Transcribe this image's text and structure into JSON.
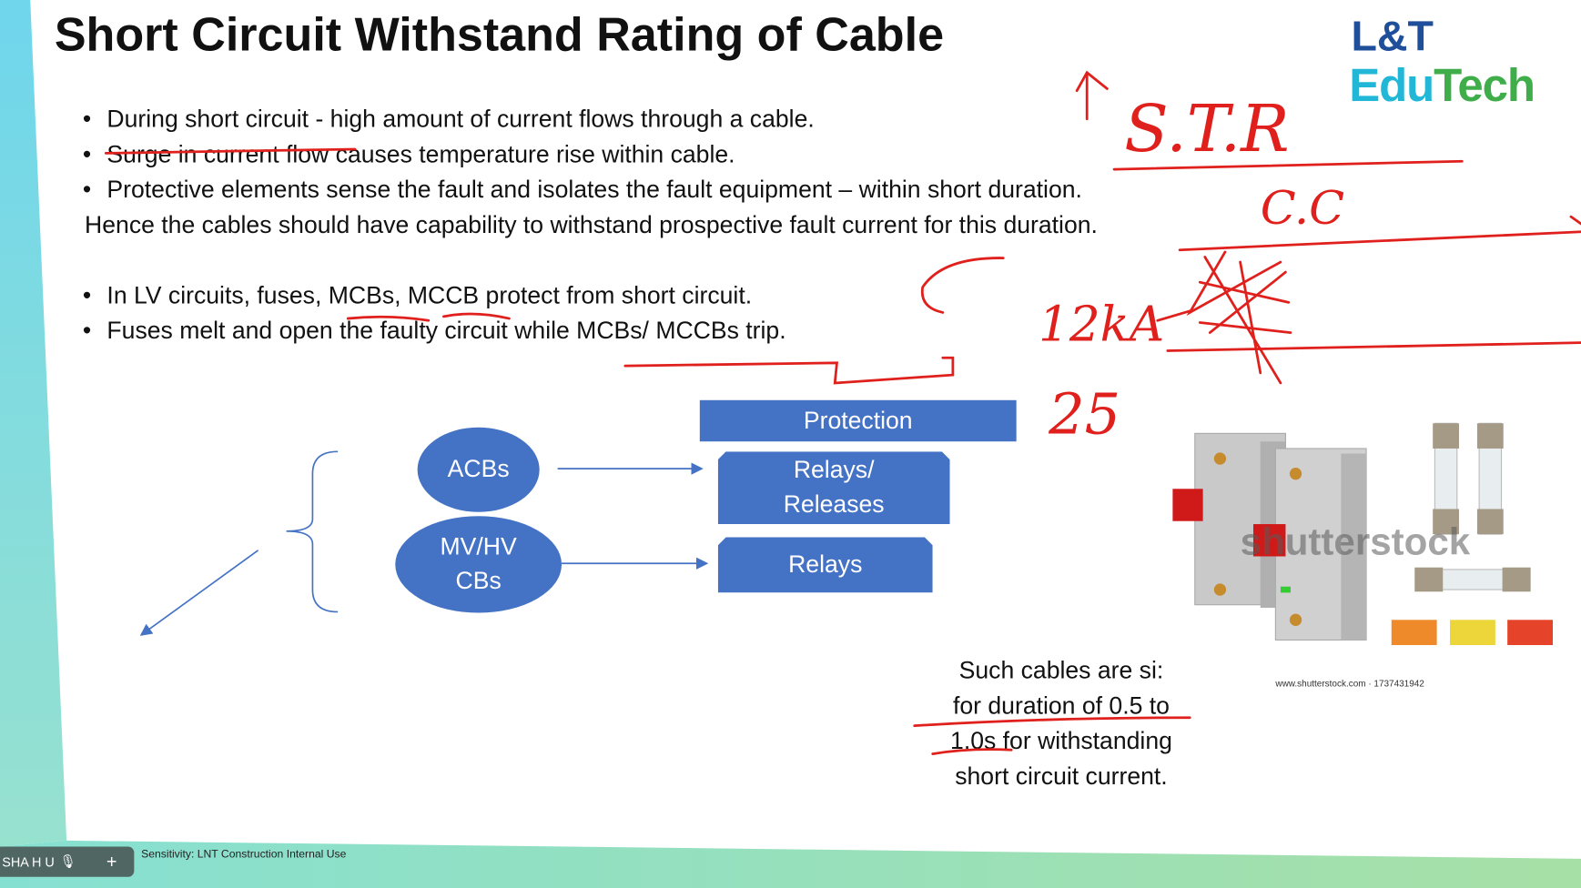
{
  "slide": {
    "title": "Short Circuit Withstand Rating of Cable",
    "bullets": [
      "During short circuit - high amount of current flows through a cable.",
      "Surge in current flow",
      " causes temperature rise within cable.",
      "Protective elements sense the fault and isolates the fault equipment – within short duration.",
      "Hence the cables should have capability to withstand prospective fault current for this duration.",
      "In LV circuits, fuses, MCBs, MCCB protect from short circuit.",
      "Fuses melt and open the faulty circuit while MCBs/ MCCBs trip."
    ],
    "diagram": {
      "protection": "Protection",
      "acbs": "ACBs",
      "mvhv_line1": "MV/HV",
      "mvhv_line2": "CBs",
      "relays_releases_line1": "Relays/",
      "relays_releases_line2": "Releases",
      "relays": "Relays"
    },
    "note": [
      "Such cables are si:",
      "for duration of 0.5 to",
      "1.0s for withstanding",
      "short circuit current."
    ],
    "logo": {
      "line1": "L&T",
      "line2a": "Edu",
      "line2b": "Tech"
    },
    "image_watermark": "shutterstock",
    "image_credit": "www.shutterstock.com · 1737431942",
    "sensitivity": "Sensitivity: LNT Construction Internal Use"
  },
  "handwriting": [
    "S.T.R",
    "C.C",
    "12kA",
    "25"
  ],
  "presenter_widget": {
    "name": "SHA H U",
    "icons": [
      "microphone-icon",
      "plus-icon"
    ]
  },
  "colors": {
    "accent": "#4472c4",
    "ink": "#e0201c",
    "strip": "#7fdde6",
    "band": "#96dfc8"
  }
}
